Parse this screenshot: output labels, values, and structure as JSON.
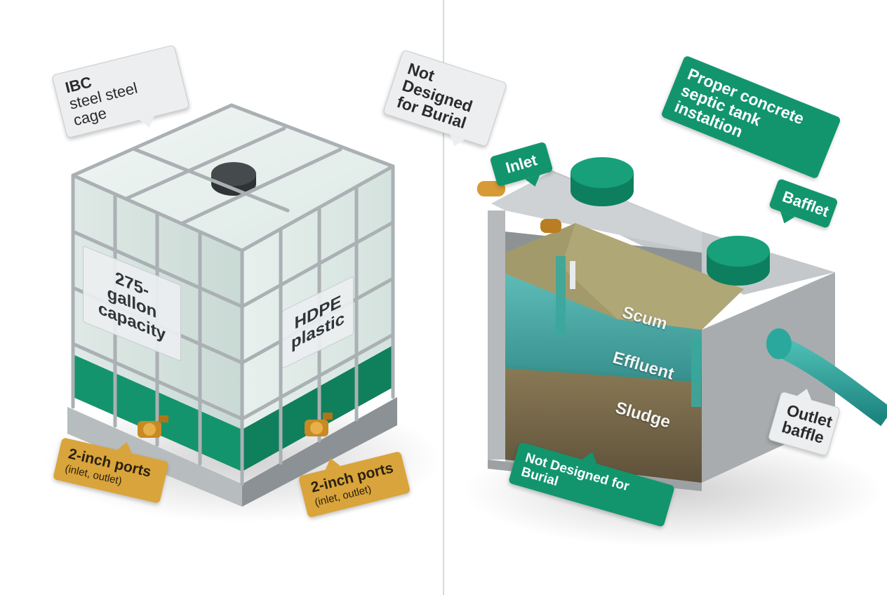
{
  "ibc": {
    "cage_label": {
      "line1": "IBC",
      "line2": "steel steel cage"
    },
    "capacity_label": {
      "line1": "275-gallon",
      "line2": "capacity"
    },
    "material_label": {
      "line1": "HDPE",
      "line2": "plastic"
    },
    "port_left": {
      "title": "2-inch ports",
      "sub": "(inlet, outlet)"
    },
    "port_right": {
      "title": "2-inch ports",
      "sub": "(inlet, outlet)"
    }
  },
  "septic": {
    "warning_top": {
      "line1": "Not Designed",
      "line2": "for Burial"
    },
    "title": {
      "line1": "Proper concrete",
      "line2": "septic tank instaltion"
    },
    "inlet_label": "Inlet",
    "baffle_label": "Bafflet",
    "outlet_label": {
      "line1": "Outlet",
      "line2": "baffle"
    },
    "warning_bottom": "Not Designed for Burial",
    "layers": {
      "scum": "Scum",
      "effluent": "Effluent",
      "sludge": "Sludge"
    }
  },
  "colors": {
    "green": "#12956d",
    "gold": "#d9a43b",
    "concrete": "#b4b8ba",
    "tank_white": "#e6efec",
    "water": "#4fb0ad"
  }
}
